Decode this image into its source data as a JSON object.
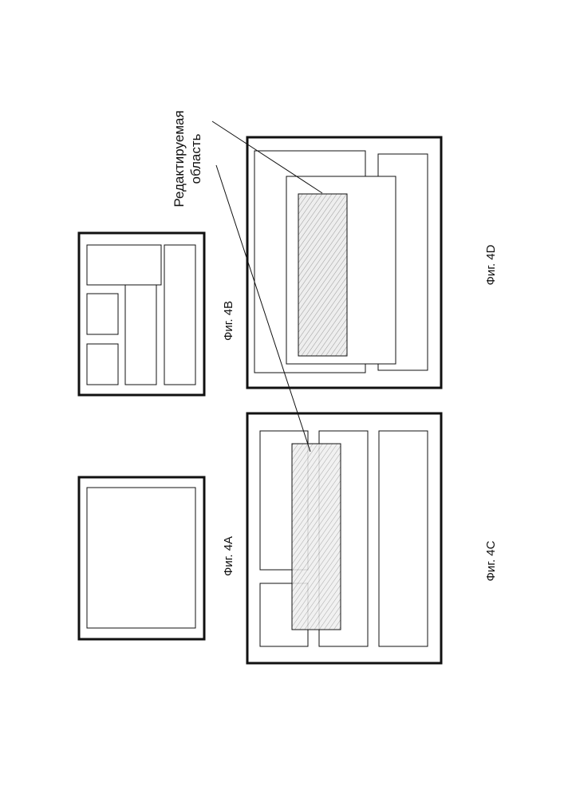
{
  "figures": {
    "fig_4a": {
      "caption": "Фиг. 4A"
    },
    "fig_4b": {
      "caption": "Фиг. 4B"
    },
    "fig_4c": {
      "caption": "Фиг. 4C"
    },
    "fig_4d": {
      "caption": "Фиг. 4D"
    }
  },
  "callout": {
    "line1": "Редактируемая",
    "line2": "область"
  },
  "colors": {
    "stroke": "#111111",
    "hatch": "#9a9a9a",
    "hatch_fill": "#eeeeee"
  }
}
